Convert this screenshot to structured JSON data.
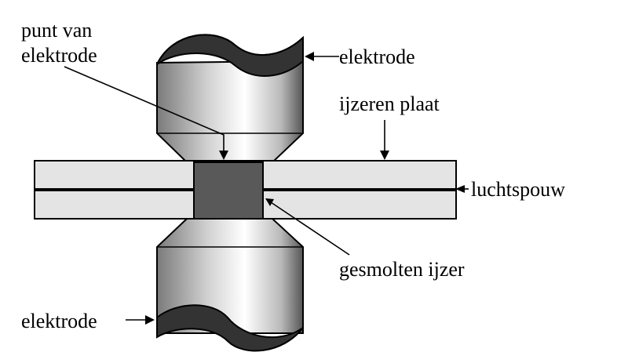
{
  "labels": {
    "tip_line1": "punt van",
    "tip_line2": "elektrode",
    "electrode_top": "elektrode",
    "iron_plate": "ijzeren plaat",
    "air_gap": "luchtspouw",
    "molten_iron": "gesmolten ijzer",
    "electrode_bottom": "elektrode"
  },
  "colors": {
    "plate_fill": "#e4e4e4",
    "weld_nugget": "#595959",
    "cut_face": "#333333",
    "outline": "#000000"
  }
}
